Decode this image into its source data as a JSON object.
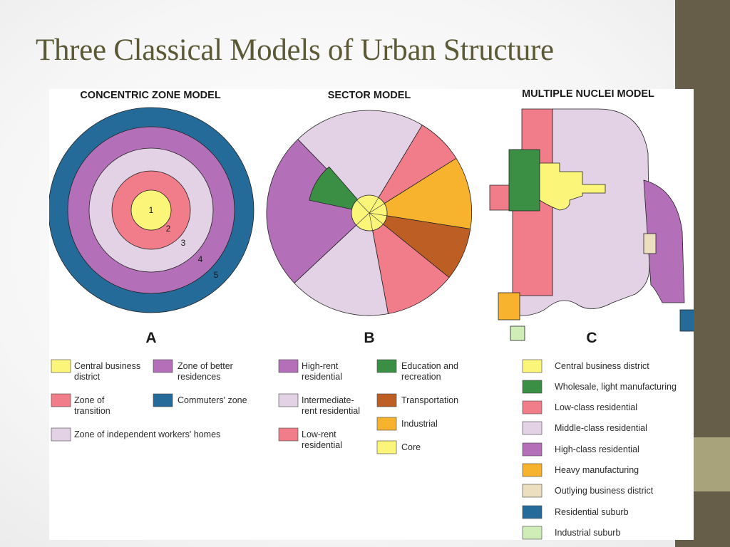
{
  "slide": {
    "title": "Three Classical Models of Urban Structure"
  },
  "colors": {
    "yellow": "#fbf67a",
    "green": "#3a8f45",
    "pink": "#f27d8a",
    "lavender": "#e3d1e5",
    "purple": "#b46fb9",
    "orange": "#f7b32e",
    "brown": "#bd5e25",
    "navy": "#256b9a",
    "tan": "#ecdfc0",
    "light_green": "#cfeeb7"
  },
  "concentric": {
    "title": "CONCENTRIC ZONE MODEL",
    "letter": "A",
    "zone_numbers": [
      "1",
      "2",
      "3",
      "4",
      "5"
    ],
    "legend": [
      {
        "lines": [
          "Central business",
          "district"
        ],
        "color": "#fbf67a"
      },
      {
        "lines": [
          "Zone of better",
          "residences"
        ],
        "color": "#b46fb9"
      },
      {
        "lines": [
          "Zone of",
          "transition"
        ],
        "color": "#f27d8a"
      },
      {
        "lines": [
          "Commuters' zone"
        ],
        "color": "#256b9a"
      },
      {
        "lines": [
          "Zone of independent workers' homes"
        ],
        "color": "#e3d1e5"
      }
    ]
  },
  "sector": {
    "title": "SECTOR  MODEL",
    "letter": "B",
    "legend": [
      {
        "lines": [
          "High-rent",
          "residential"
        ],
        "color": "#b46fb9"
      },
      {
        "lines": [
          "Intermediate-",
          "rent residential"
        ],
        "color": "#e3d1e5"
      },
      {
        "lines": [
          "Low-rent",
          "residential"
        ],
        "color": "#f27d8a"
      },
      {
        "lines": [
          "Education and",
          "recreation"
        ],
        "color": "#3a8f45"
      },
      {
        "lines": [
          "Transportation"
        ],
        "color": "#bd5e25"
      },
      {
        "lines": [
          "Industrial"
        ],
        "color": "#f7b32e"
      },
      {
        "lines": [
          "Core"
        ],
        "color": "#fbf67a"
      }
    ]
  },
  "nuclei": {
    "title": "MULTIPLE NUCLEI MODEL",
    "letter": "C",
    "legend": [
      {
        "lines": [
          "Central business district"
        ],
        "color": "#fbf67a"
      },
      {
        "lines": [
          "Wholesale, light manufacturing"
        ],
        "color": "#3a8f45"
      },
      {
        "lines": [
          "Low-class residential"
        ],
        "color": "#f27d8a"
      },
      {
        "lines": [
          "Middle-class residential"
        ],
        "color": "#e3d1e5"
      },
      {
        "lines": [
          "High-class residential"
        ],
        "color": "#b46fb9"
      },
      {
        "lines": [
          "Heavy manufacturing"
        ],
        "color": "#f7b32e"
      },
      {
        "lines": [
          "Outlying business district"
        ],
        "color": "#ecdfc0"
      },
      {
        "lines": [
          "Residential suburb"
        ],
        "color": "#256b9a"
      },
      {
        "lines": [
          "Industrial suburb"
        ],
        "color": "#cfeeb7"
      }
    ]
  }
}
